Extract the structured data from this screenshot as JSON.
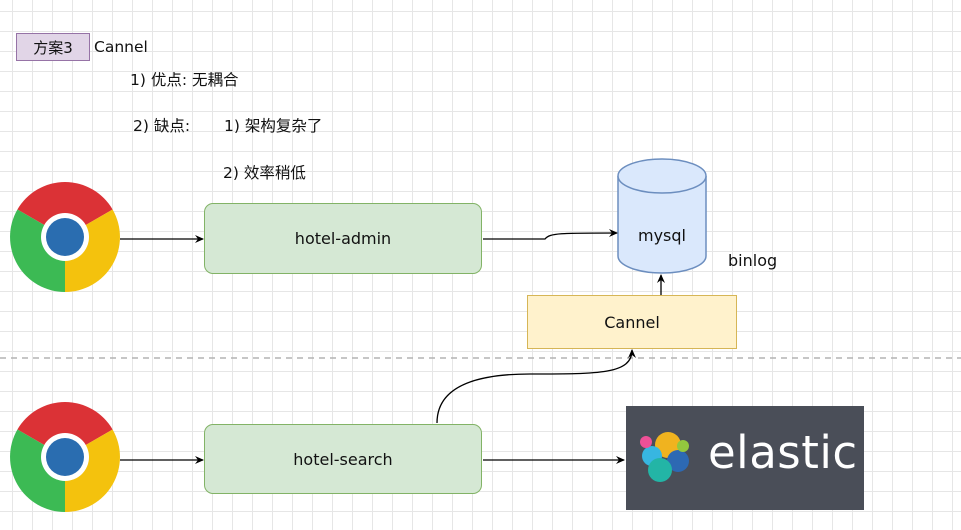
{
  "plan": {
    "tag": "方案3",
    "name": "Cannel",
    "pros": "1) 优点: 无耦合",
    "cons_label": "2) 缺点:",
    "cons_1": "1) 架构复杂了",
    "cons_2": "2)  效率稍低"
  },
  "nodes": {
    "admin": "hotel-admin",
    "search": "hotel-search",
    "mysql": "mysql",
    "binlog": "binlog",
    "cannel": "Cannel",
    "elastic": "elastic"
  },
  "icons": {
    "browser_top": "chrome-icon",
    "browser_bottom": "chrome-icon",
    "database": "database-cylinder-icon",
    "elastic_logo": "elastic-logo-icon"
  },
  "colors": {
    "purple_fill": "#e1d5e7",
    "purple_stroke": "#9673a6",
    "green_fill": "#d5e8d4",
    "green_stroke": "#82b366",
    "yellow_fill": "#fff2cc",
    "yellow_stroke": "#d6b656",
    "db_fill": "#dae8fc",
    "db_stroke": "#6c8ebf",
    "elastic_bg": "#4a4e58"
  }
}
